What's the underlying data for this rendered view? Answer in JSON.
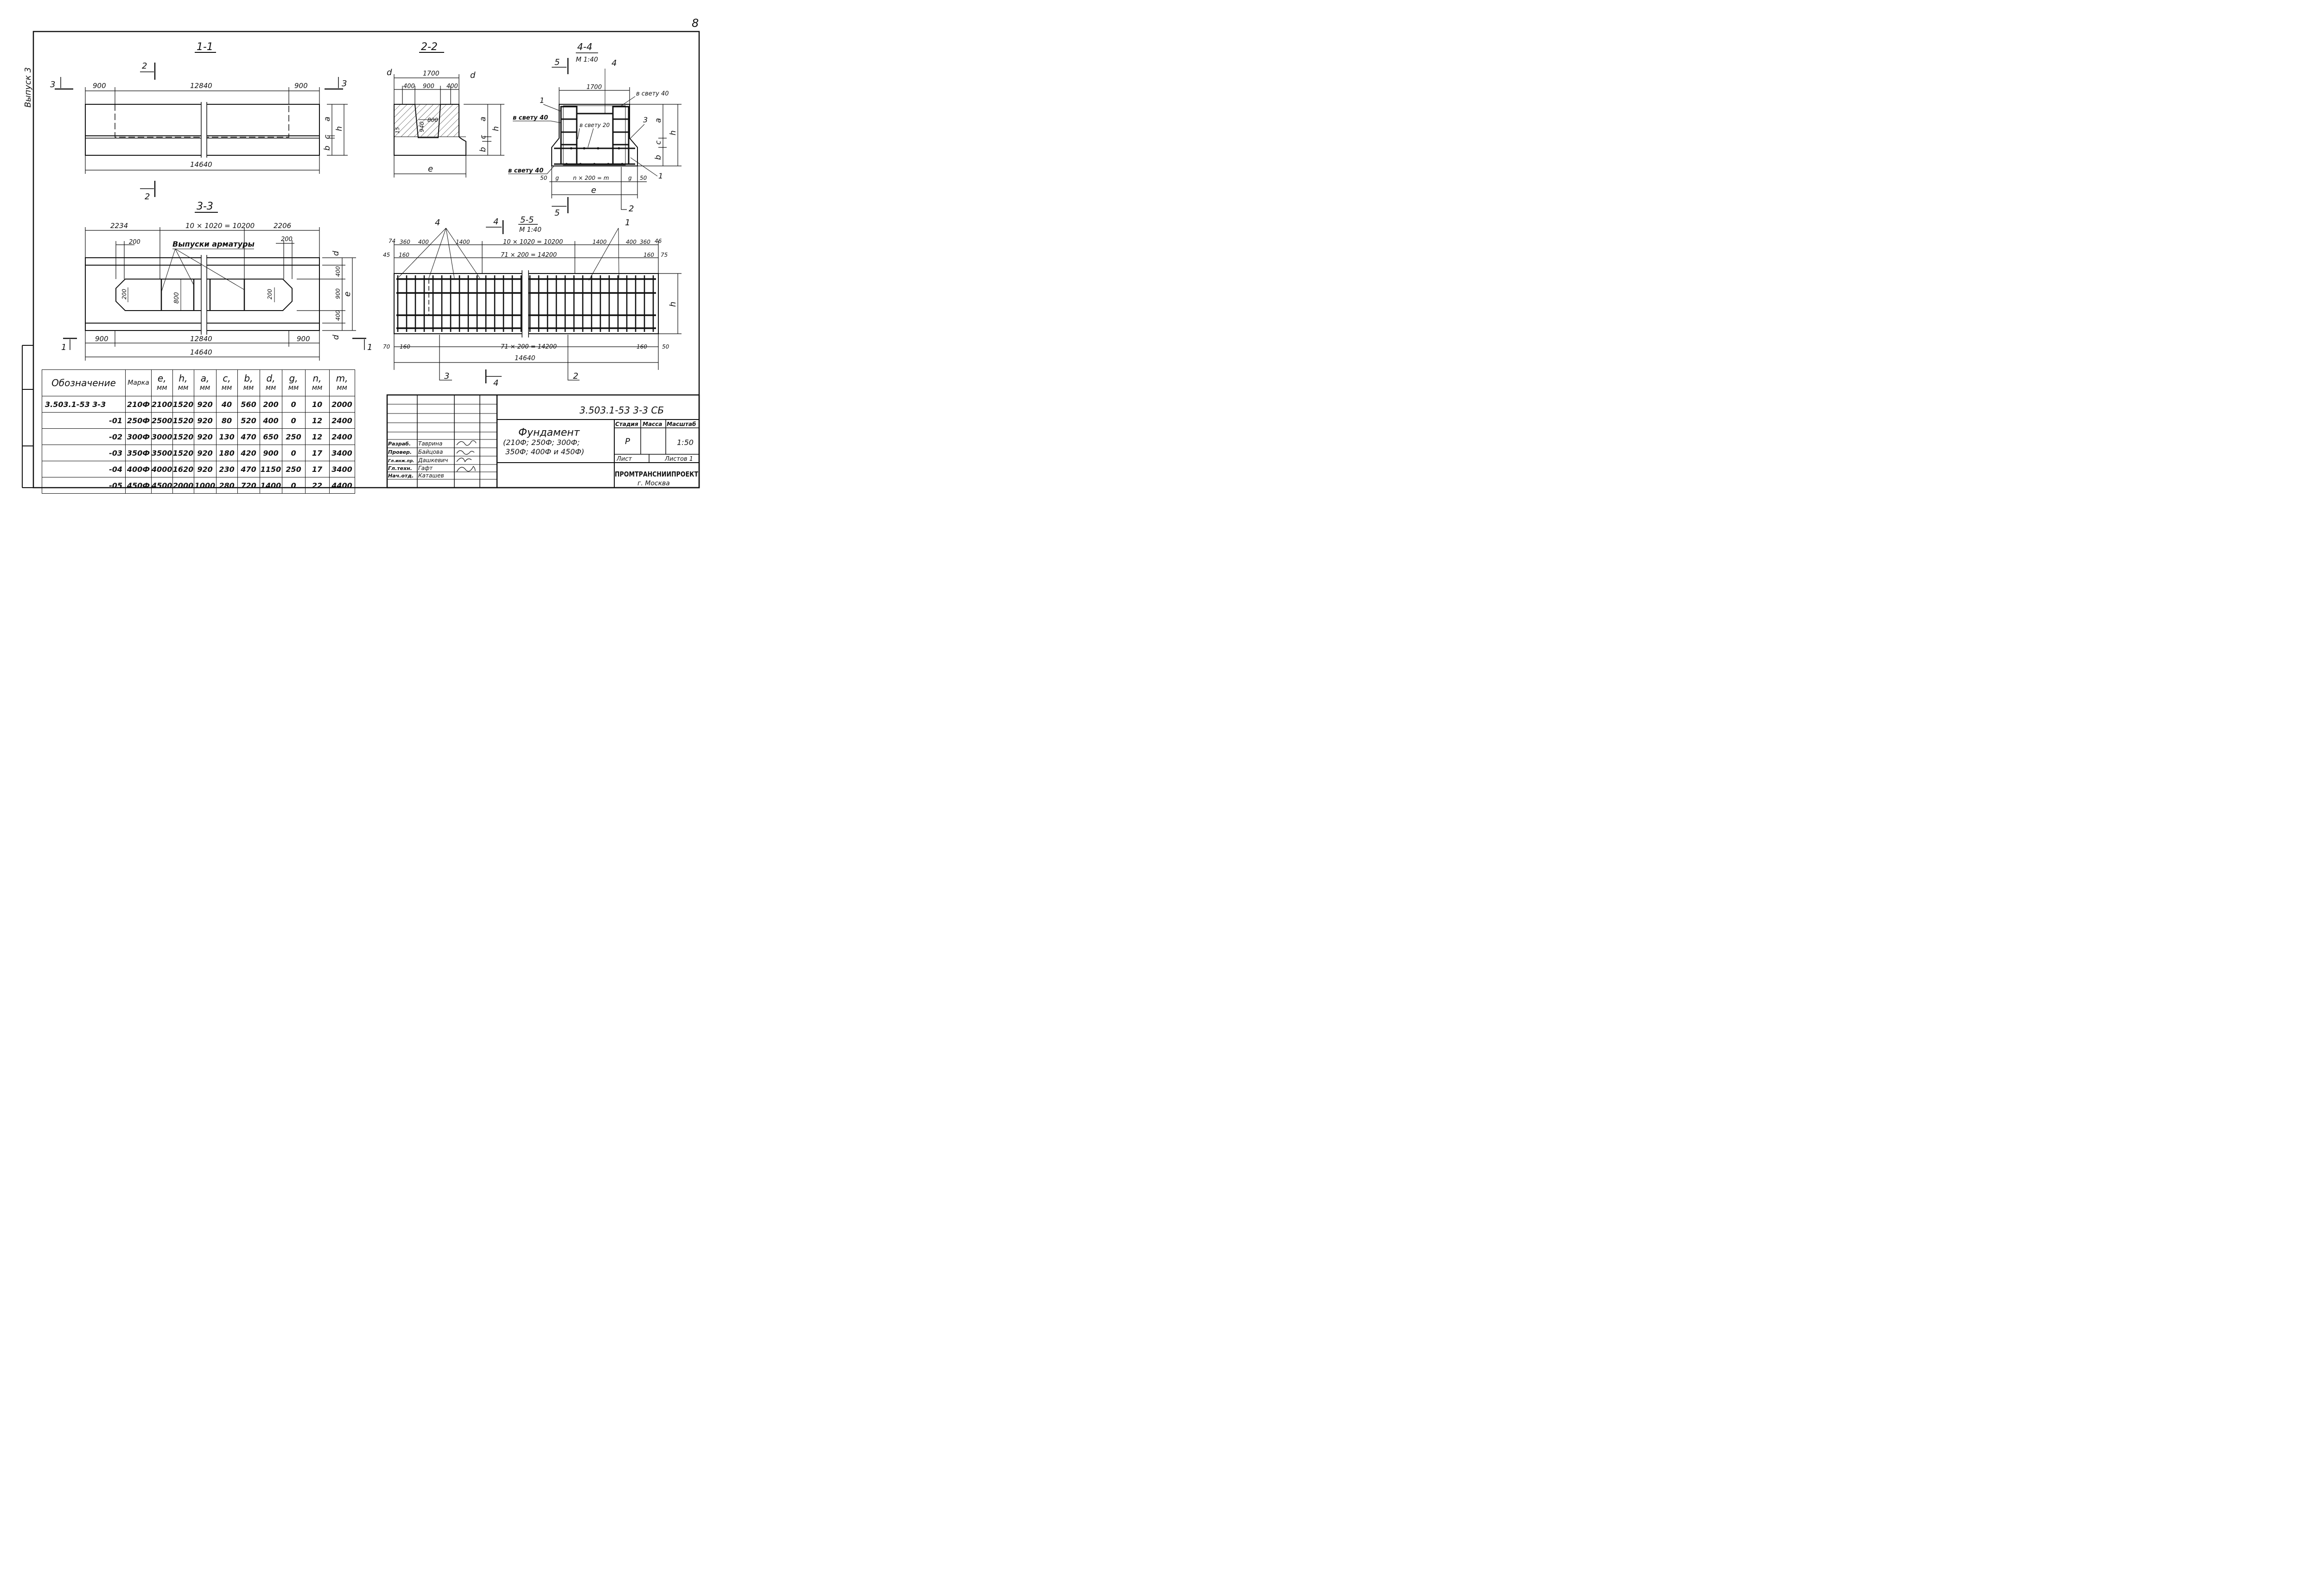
{
  "page_number": "8",
  "side_label": "Выпуск 3",
  "sections": {
    "s11": {
      "title": "1-1",
      "dims": [
        "900",
        "12840",
        "900",
        "14640"
      ],
      "marks": [
        "2",
        "2",
        "3",
        "3"
      ],
      "letters": [
        "a",
        "c",
        "b",
        "h"
      ]
    },
    "s22": {
      "title": "2-2",
      "dims": [
        "1700",
        "400",
        "900",
        "400",
        "800",
        "940",
        "15"
      ],
      "letters": [
        "d",
        "d",
        "a",
        "c",
        "b",
        "h",
        "e"
      ]
    },
    "s33": {
      "title": "3-3",
      "dims": [
        "2234",
        "10 × 1020 = 10200",
        "2206",
        "200",
        "200",
        "200",
        "800",
        "200",
        "400",
        "900",
        "400",
        "900",
        "12840",
        "900",
        "14640"
      ],
      "note": "Выпуски арматуры",
      "letters": [
        "d",
        "e",
        "d"
      ],
      "marks": [
        "1",
        "1"
      ]
    },
    "s44": {
      "title": "4-4",
      "scale": "М 1:40",
      "dims": [
        "1700",
        "50",
        "n × 200 = m",
        "50",
        "g",
        "g"
      ],
      "notes": [
        "в свету 40",
        "в свету 40",
        "в свету 20",
        "в свету 40"
      ],
      "positions": [
        "4",
        "1",
        "3",
        "1"
      ],
      "marks": [
        "5",
        "5",
        "2"
      ],
      "letters": [
        "a",
        "c",
        "b",
        "h",
        "e"
      ]
    },
    "s55": {
      "title": "5-5",
      "scale": "М 1:40",
      "dims": [
        "74",
        "360",
        "400",
        "1400",
        "10 × 1020 = 10200",
        "1400",
        "400",
        "360",
        "46",
        "45",
        "160",
        "71 × 200 = 14200",
        "160",
        "75",
        "70",
        "160",
        "71 × 200 = 14200",
        "160",
        "50",
        "14640"
      ],
      "positions": [
        "4",
        "1"
      ],
      "marks": [
        "4",
        "4",
        "3",
        "2"
      ],
      "letters": [
        "h"
      ]
    }
  },
  "spec_table": {
    "headers": [
      {
        "label": "Обозначение",
        "unit": ""
      },
      {
        "label": "Марка",
        "unit": ""
      },
      {
        "label": "e,",
        "unit": "мм"
      },
      {
        "label": "h,",
        "unit": "мм"
      },
      {
        "label": "a,",
        "unit": "мм"
      },
      {
        "label": "c,",
        "unit": "мм"
      },
      {
        "label": "b,",
        "unit": "мм"
      },
      {
        "label": "d,",
        "unit": "мм"
      },
      {
        "label": "g,",
        "unit": "мм"
      },
      {
        "label": "n,",
        "unit": "мм"
      },
      {
        "label": "m,",
        "unit": "мм"
      }
    ],
    "rows": [
      [
        "3.503.1-53 3-3",
        "210Ф",
        "2100",
        "1520",
        "920",
        "40",
        "560",
        "200",
        "0",
        "10",
        "2000"
      ],
      [
        "-01",
        "250Ф",
        "2500",
        "1520",
        "920",
        "80",
        "520",
        "400",
        "0",
        "12",
        "2400"
      ],
      [
        "-02",
        "300Ф",
        "3000",
        "1520",
        "920",
        "130",
        "470",
        "650",
        "250",
        "12",
        "2400"
      ],
      [
        "-03",
        "350Ф",
        "3500",
        "1520",
        "920",
        "180",
        "420",
        "900",
        "0",
        "17",
        "3400"
      ],
      [
        "-04",
        "400Ф",
        "4000",
        "1620",
        "920",
        "230",
        "470",
        "1150",
        "250",
        "17",
        "3400"
      ],
      [
        "-05",
        "450Ф",
        "4500",
        "2000",
        "1000",
        "280",
        "720",
        "1400",
        "0",
        "22",
        "4400"
      ]
    ]
  },
  "title_block": {
    "doc_code": "3.503.1-53 3-3 СБ",
    "name_line1": "Фундамент",
    "name_line2": "(210Ф; 250Ф; 300Ф;",
    "name_line3": "350Ф; 400Ф и 450Ф)",
    "stage_label": "Стадия",
    "mass_label": "Масса",
    "scale_label": "Масштаб",
    "stage": "Р",
    "scale": "1:50",
    "sheet_label": "Лист",
    "sheets_label": "Листов 1",
    "org": "ПРОМТРАНСНИИПРОЕКТ",
    "city": "г. Москва",
    "people": [
      {
        "role": "Разраб.",
        "name": "Таврина"
      },
      {
        "role": "Провер.",
        "name": "Байцова"
      },
      {
        "role": "Гл.инж.пр.",
        "name": "Дашкевич"
      },
      {
        "role": "Гл.техн.",
        "name": "Гафт"
      },
      {
        "role": "Нач.отд.",
        "name": "Каташев"
      }
    ]
  }
}
